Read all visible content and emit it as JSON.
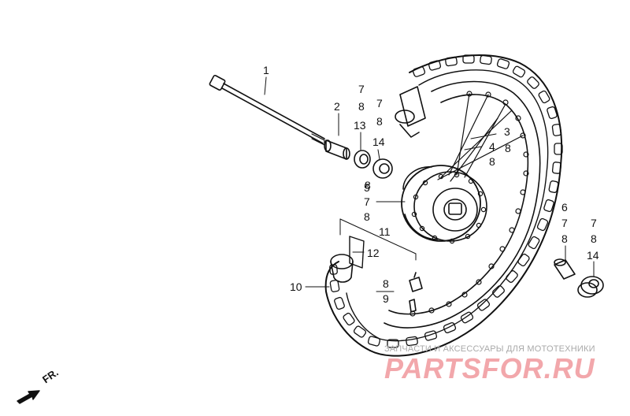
{
  "callouts": [
    {
      "id": "c-1a",
      "text": "1"
    },
    {
      "id": "c-2",
      "text": "2"
    },
    {
      "id": "c-7a",
      "text": "7"
    },
    {
      "id": "c-8a",
      "text": "8"
    },
    {
      "id": "c-7b",
      "text": "7"
    },
    {
      "id": "c-8b",
      "text": "8"
    },
    {
      "id": "c-13",
      "text": "13"
    },
    {
      "id": "c-14a",
      "text": "14"
    },
    {
      "id": "c-3",
      "text": "3"
    },
    {
      "id": "c-8c",
      "text": "8"
    },
    {
      "id": "c-4",
      "text": "4"
    },
    {
      "id": "c-8d",
      "text": "8"
    },
    {
      "id": "c-8e",
      "text": "8"
    },
    {
      "id": "c-5",
      "text": "5"
    },
    {
      "id": "c-7c",
      "text": "7"
    },
    {
      "id": "c-8f",
      "text": "8"
    },
    {
      "id": "c-11",
      "text": "11"
    },
    {
      "id": "c-12",
      "text": "12"
    },
    {
      "id": "c-10",
      "text": "10"
    },
    {
      "id": "c-8g",
      "text": "8"
    },
    {
      "id": "c-9",
      "text": "9"
    },
    {
      "id": "c-6",
      "text": "6"
    },
    {
      "id": "c-7d",
      "text": "7"
    },
    {
      "id": "c-8h",
      "text": "8"
    },
    {
      "id": "c-7e",
      "text": "7"
    },
    {
      "id": "c-8i",
      "text": "8"
    },
    {
      "id": "c-14b",
      "text": "14"
    }
  ],
  "direction_label": "FR.",
  "watermark": {
    "tagline": "ЗАПЧАСТИ И АКСЕССУАРЫ ДЛЯ МОТОТЕХНИКИ",
    "logo": "PARTSFOR.RU"
  },
  "colors": {
    "line": "#111111",
    "watermark_logo": "#f2a7ab",
    "watermark_text": "#a9a9a9"
  }
}
